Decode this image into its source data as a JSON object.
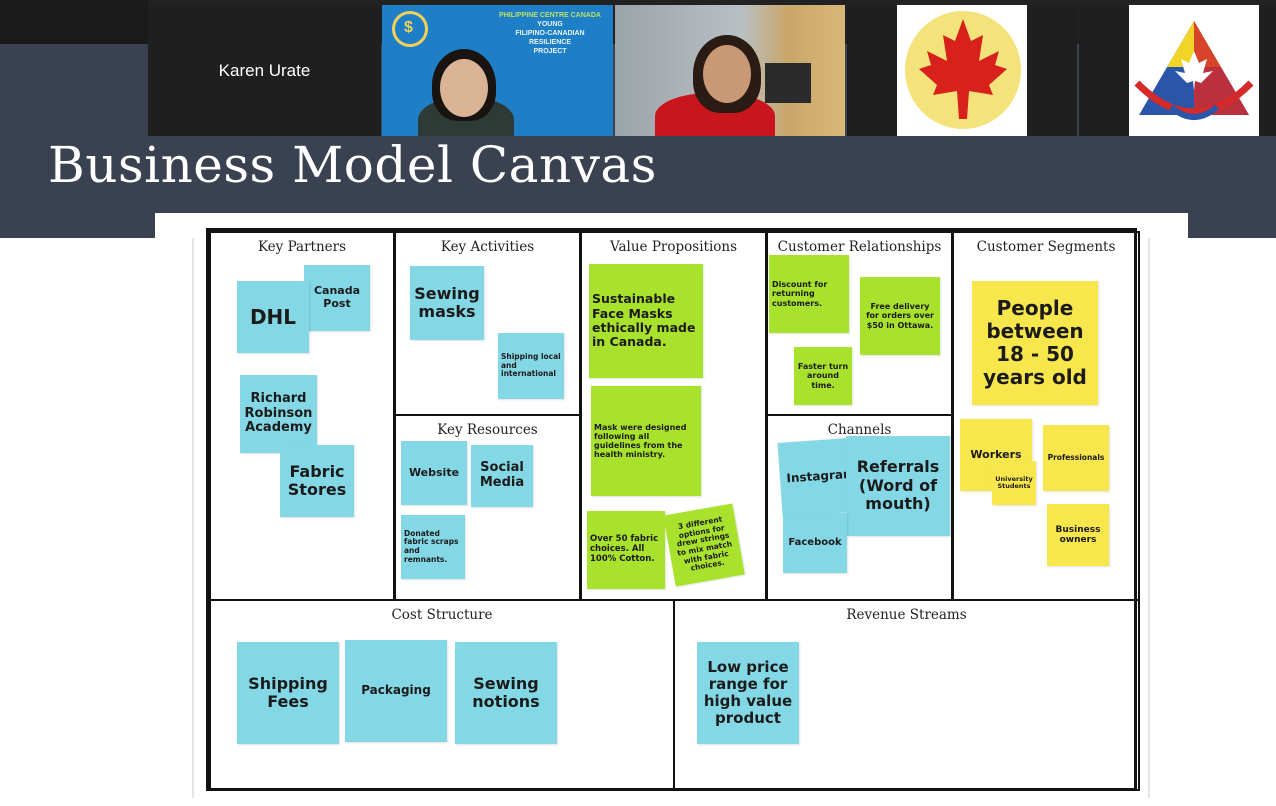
{
  "meeting": {
    "participants": [
      {
        "name": "Karen Urate"
      }
    ],
    "video_banner": {
      "org": "PHILIPPINE CENTRE CANADA",
      "project_line1": "YOUNG",
      "project_line2": "FILIPINO-CANADIAN",
      "project_line3": "RESILIENCE",
      "project_line4": "PROJECT"
    }
  },
  "slide": {
    "title": "Business Model Canvas"
  },
  "canvas": {
    "sections": {
      "key_partners": "Key Partners",
      "key_activities": "Key Activities",
      "key_resources": "Key Resources",
      "value_propositions": "Value Propositions",
      "customer_relationships": "Customer Relationships",
      "channels": "Channels",
      "customer_segments": "Customer Segments",
      "cost_structure": "Cost Structure",
      "revenue_streams": "Revenue Streams"
    },
    "notes": {
      "dhl": "DHL",
      "canada_post": "Canada Post",
      "richard_robinson": "Richard Robinson Academy",
      "fabric_stores": "Fabric Stores",
      "sewing_masks": "Sewing masks",
      "shipping_local": "Shipping local and international",
      "website": "Website",
      "social_media": "Social Media",
      "donated_fabric": "Donated fabric scraps and remnants.",
      "sustainable_masks": "Sustainable Face Masks ethically made in Canada.",
      "health_guidelines": "Mask were designed following all guidelines from the health ministry.",
      "fabric_choices": "Over 50 fabric choices. All 100% Cotton.",
      "draw_strings": "3 different options for drew strings to mix match with fabric choices.",
      "discount": "Discount for returning customers.",
      "free_delivery": "Free delivery for orders over $50 in Ottawa.",
      "faster_turn": "Faster turn around time.",
      "instagram": "Instagram",
      "referrals": "Referrals (Word of mouth)",
      "facebook": "Facebook",
      "people_age": "People between 18 - 50 years old",
      "workers": "Workers",
      "university_students": "University Students",
      "professionals": "Professionals",
      "business_owners": "Business owners",
      "shipping_fees": "Shipping Fees",
      "packaging": "Packaging",
      "sewing_notions": "Sewing notions",
      "low_price": "Low price range for high value product"
    }
  },
  "colors": {
    "note_blue": "#84d8e6",
    "note_green": "#a8e22c",
    "note_yellow": "#f8e74c",
    "slide_band": "#3a4150"
  }
}
